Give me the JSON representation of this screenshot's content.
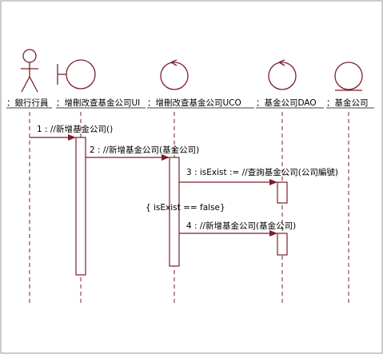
{
  "colors": {
    "line": "#7a1f2b",
    "frame": "#9a9a9a",
    "text": "#000000"
  },
  "participants": [
    {
      "id": "actor",
      "label": "：銀行行員",
      "kind": "actor"
    },
    {
      "id": "ui",
      "label": "：增刪改查基金公司UI",
      "kind": "boundary"
    },
    {
      "id": "uco",
      "label": "：增刪改查基金公司UCO",
      "kind": "control"
    },
    {
      "id": "dao",
      "label": "：基金公司DAO",
      "kind": "control"
    },
    {
      "id": "entity",
      "label": "：基金公司",
      "kind": "entity"
    }
  ],
  "messages": [
    {
      "id": "m1",
      "label": "1 : //新增基金公司()"
    },
    {
      "id": "m2",
      "label": "2 : //新增基金公司(基金公司)"
    },
    {
      "id": "m3",
      "label": "3 : isExist := //查詢基金公司(公司編號)"
    },
    {
      "id": "m4",
      "label": "4 : //新增基金公司(基金公司)"
    }
  ],
  "guard": {
    "label": "{ isExist == false}"
  }
}
